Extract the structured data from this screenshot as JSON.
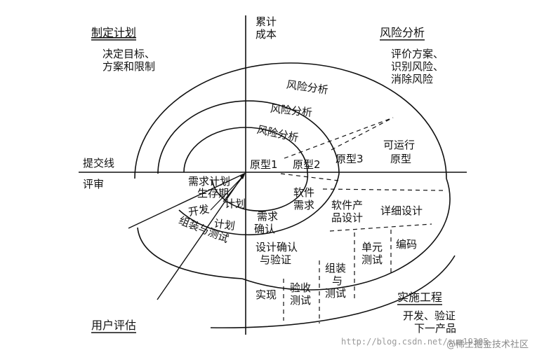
{
  "axes": {
    "y_label_line1": "累计",
    "y_label_line2": "成本"
  },
  "quadrants": {
    "plan": {
      "title": "制定计划",
      "line1": "决定目标、",
      "line2": "方案和限制"
    },
    "risk": {
      "title": "风险分析",
      "line1": "评价方案、",
      "line2": "识别风险、",
      "line3": "消除风险"
    },
    "engineering": {
      "title": "实施工程",
      "line1": "开发、验证",
      "line2": "下一产品"
    },
    "evaluate": {
      "title": "用户评估"
    }
  },
  "left_labels": {
    "commit": "提交线",
    "review": "评审"
  },
  "risk_labels": [
    "风险分析",
    "风险分析",
    "风险分析"
  ],
  "prototypes": [
    "原型1",
    "原型2",
    "原型3",
    "可运行",
    "原型"
  ],
  "plan_labels": {
    "req_plan": "需求计划",
    "lifecycle": "生存期",
    "plan_word": "计划",
    "dev": "开发",
    "dev_plan": "计划",
    "assemble": "组装与测试"
  },
  "engineering_labels": {
    "sw_req1": "软件",
    "sw_req2": "需求",
    "product_design1": "软件产",
    "product_design2": "品设计",
    "detail_design": "详细设计",
    "req_confirm1": "需求",
    "req_confirm2": "确认",
    "design_verify1": "设计确认",
    "design_verify2": "与验证",
    "unit_test1": "单元",
    "unit_test2": "测试",
    "coding": "编码",
    "assemble1": "组装",
    "assemble2": "与",
    "assemble3": "测试",
    "accept1": "验收",
    "accept2": "测试",
    "implement": "实现"
  },
  "watermark": {
    "url": "http://blog.csdn.net/sun19305",
    "site": "@稀土掘金技术社区"
  }
}
